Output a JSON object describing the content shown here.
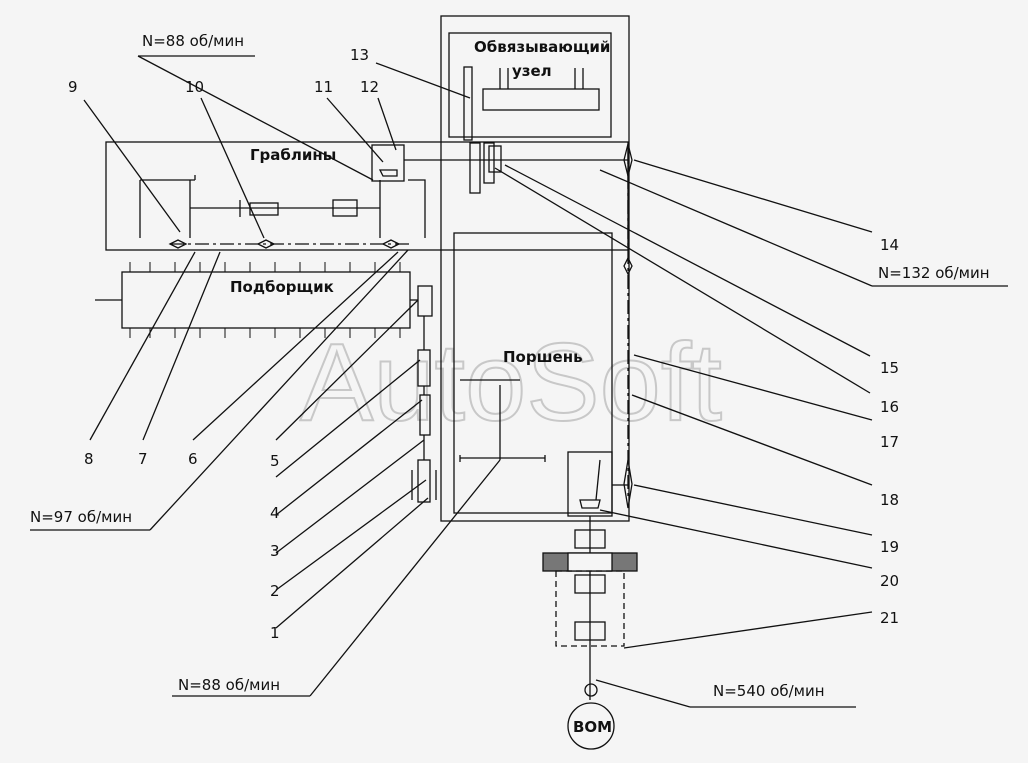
{
  "blocks": {
    "binder": {
      "line1": "Обвязывающий",
      "line2": "узел"
    },
    "rake": "Граблины",
    "pickup": "Подборщик",
    "piston": "Поршень",
    "pto": "ВОМ"
  },
  "speeds": {
    "top": "N=88 об/мин",
    "right_top": "N=132 об/мин",
    "left": "N=97 об/мин",
    "bottom": "N=88 об/мин",
    "pto": "N=540 об/мин"
  },
  "callouts": [
    "1",
    "2",
    "3",
    "4",
    "5",
    "6",
    "7",
    "8",
    "9",
    "10",
    "11",
    "12",
    "13",
    "14",
    "15",
    "16",
    "17",
    "18",
    "19",
    "20",
    "21"
  ],
  "watermark": "AutoSoft"
}
